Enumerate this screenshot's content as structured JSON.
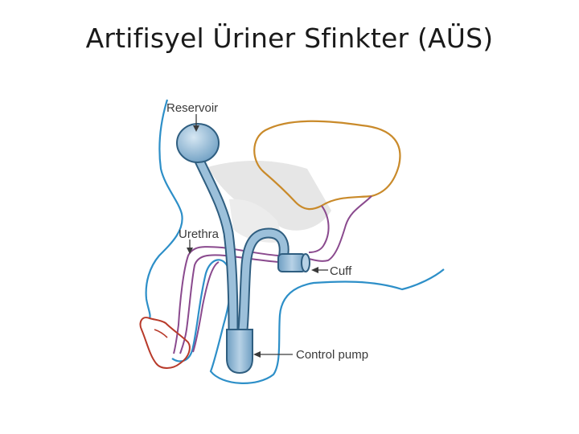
{
  "slide": {
    "title": "Artifisyel Üriner Sfinkter (AÜS)"
  },
  "diagram": {
    "labels": {
      "reservoir": "Reservoir",
      "urethra": "Urethra",
      "cuff": "Cuff",
      "control_pump": "Control pump"
    },
    "colors": {
      "body_outline": "#2d8fc8",
      "bladder": "#c98a2a",
      "urethra": "#8a4a8e",
      "glans": "#b83a2a",
      "device_fill": "#8fb6d2",
      "device_stroke": "#2f5e80",
      "shadow": "#e3e3e3",
      "label": "#3a3a3a"
    }
  }
}
